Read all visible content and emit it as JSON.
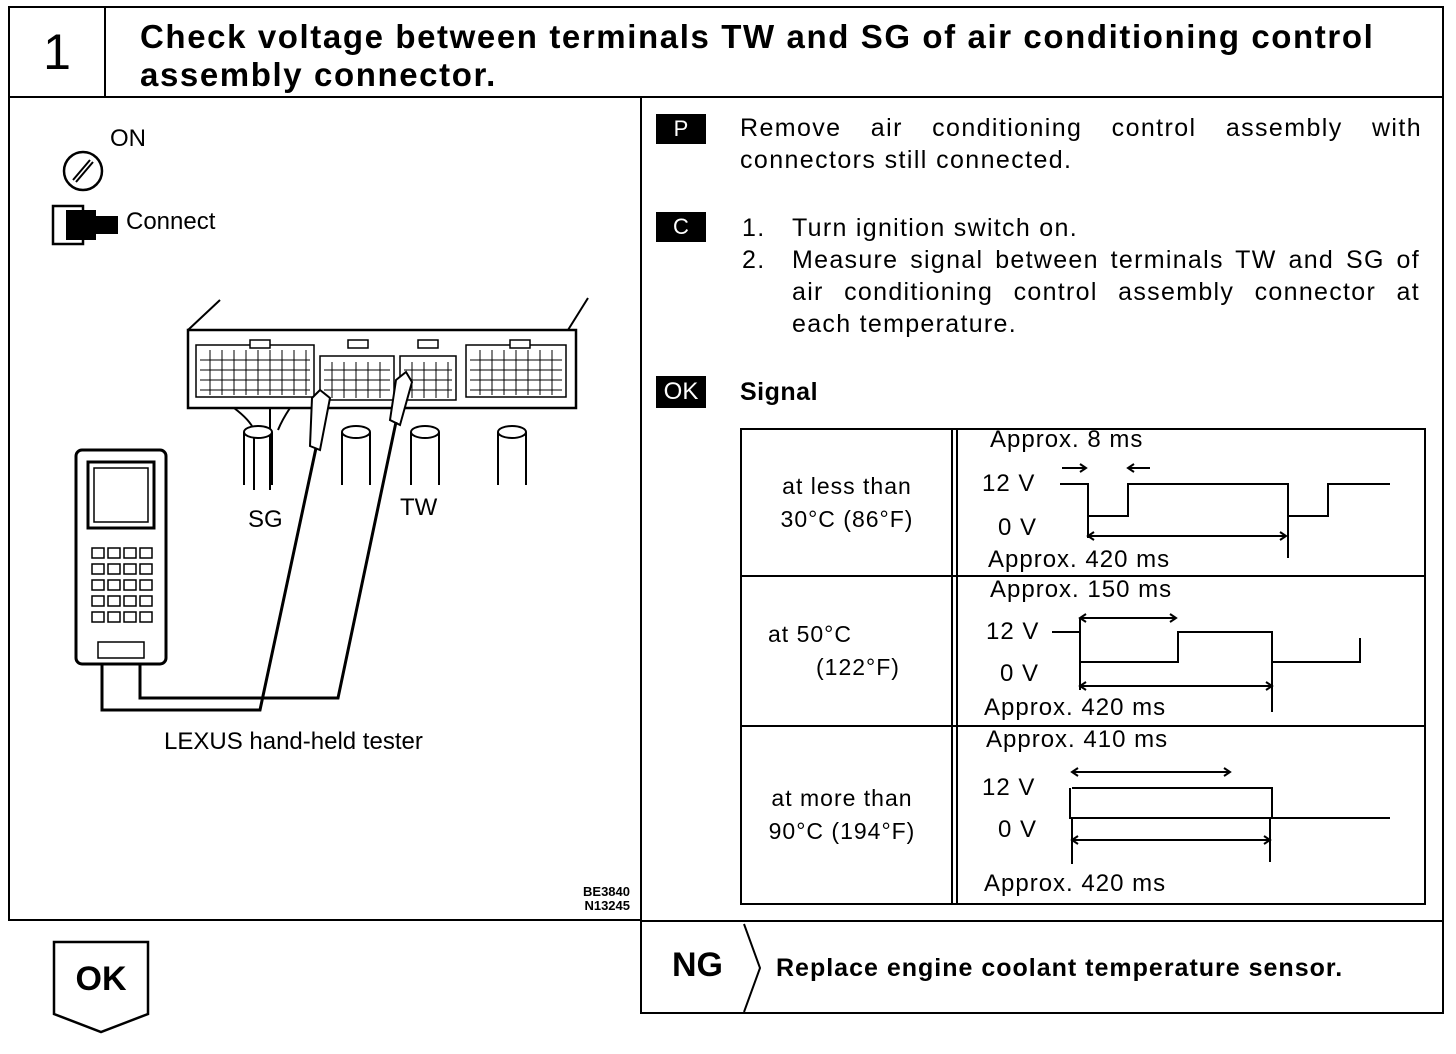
{
  "header": {
    "step_number": "1",
    "title": "Check voltage between terminals TW and SG of air conditioning control assembly connector."
  },
  "figure": {
    "on_label": "ON",
    "connect_label": "Connect",
    "sg_label": "SG",
    "tw_label": "TW",
    "tester_label": "LEXUS hand-held tester",
    "code_line1": "BE3840",
    "code_line2": "N13245"
  },
  "prep": {
    "tag": "P",
    "text": "Remove air conditioning control assembly with connectors still connected."
  },
  "check": {
    "tag": "C",
    "steps": [
      {
        "num": "1.",
        "text": "Turn ignition switch on."
      },
      {
        "num": "2.",
        "text": "Measure signal between terminals TW and SG of air conditioning control assembly connector at each temperature."
      }
    ]
  },
  "ok_spec": {
    "tag": "OK",
    "title": "Signal"
  },
  "signal_table": {
    "rows": [
      {
        "condition_line1": "at less than",
        "condition_line2": "30°C (86°F)",
        "top_label": "Approx. 8 ms",
        "high": "12 V",
        "low": "0 V",
        "bottom_label": "Approx. 420 ms"
      },
      {
        "condition_line1": "at 50°C",
        "condition_line2": "(122°F)",
        "top_label": "Approx. 150 ms",
        "high": "12 V",
        "low": "0 V",
        "bottom_label": "Approx. 420 ms"
      },
      {
        "condition_line1": "at more than",
        "condition_line2": "90°C (194°F)",
        "top_label": "Approx. 410 ms",
        "high": "12 V",
        "low": "0 V",
        "bottom_label": "Approx. 420 ms"
      }
    ]
  },
  "ok_button": {
    "label": "OK"
  },
  "ng": {
    "label": "NG",
    "text": "Replace engine coolant temperature sensor."
  }
}
